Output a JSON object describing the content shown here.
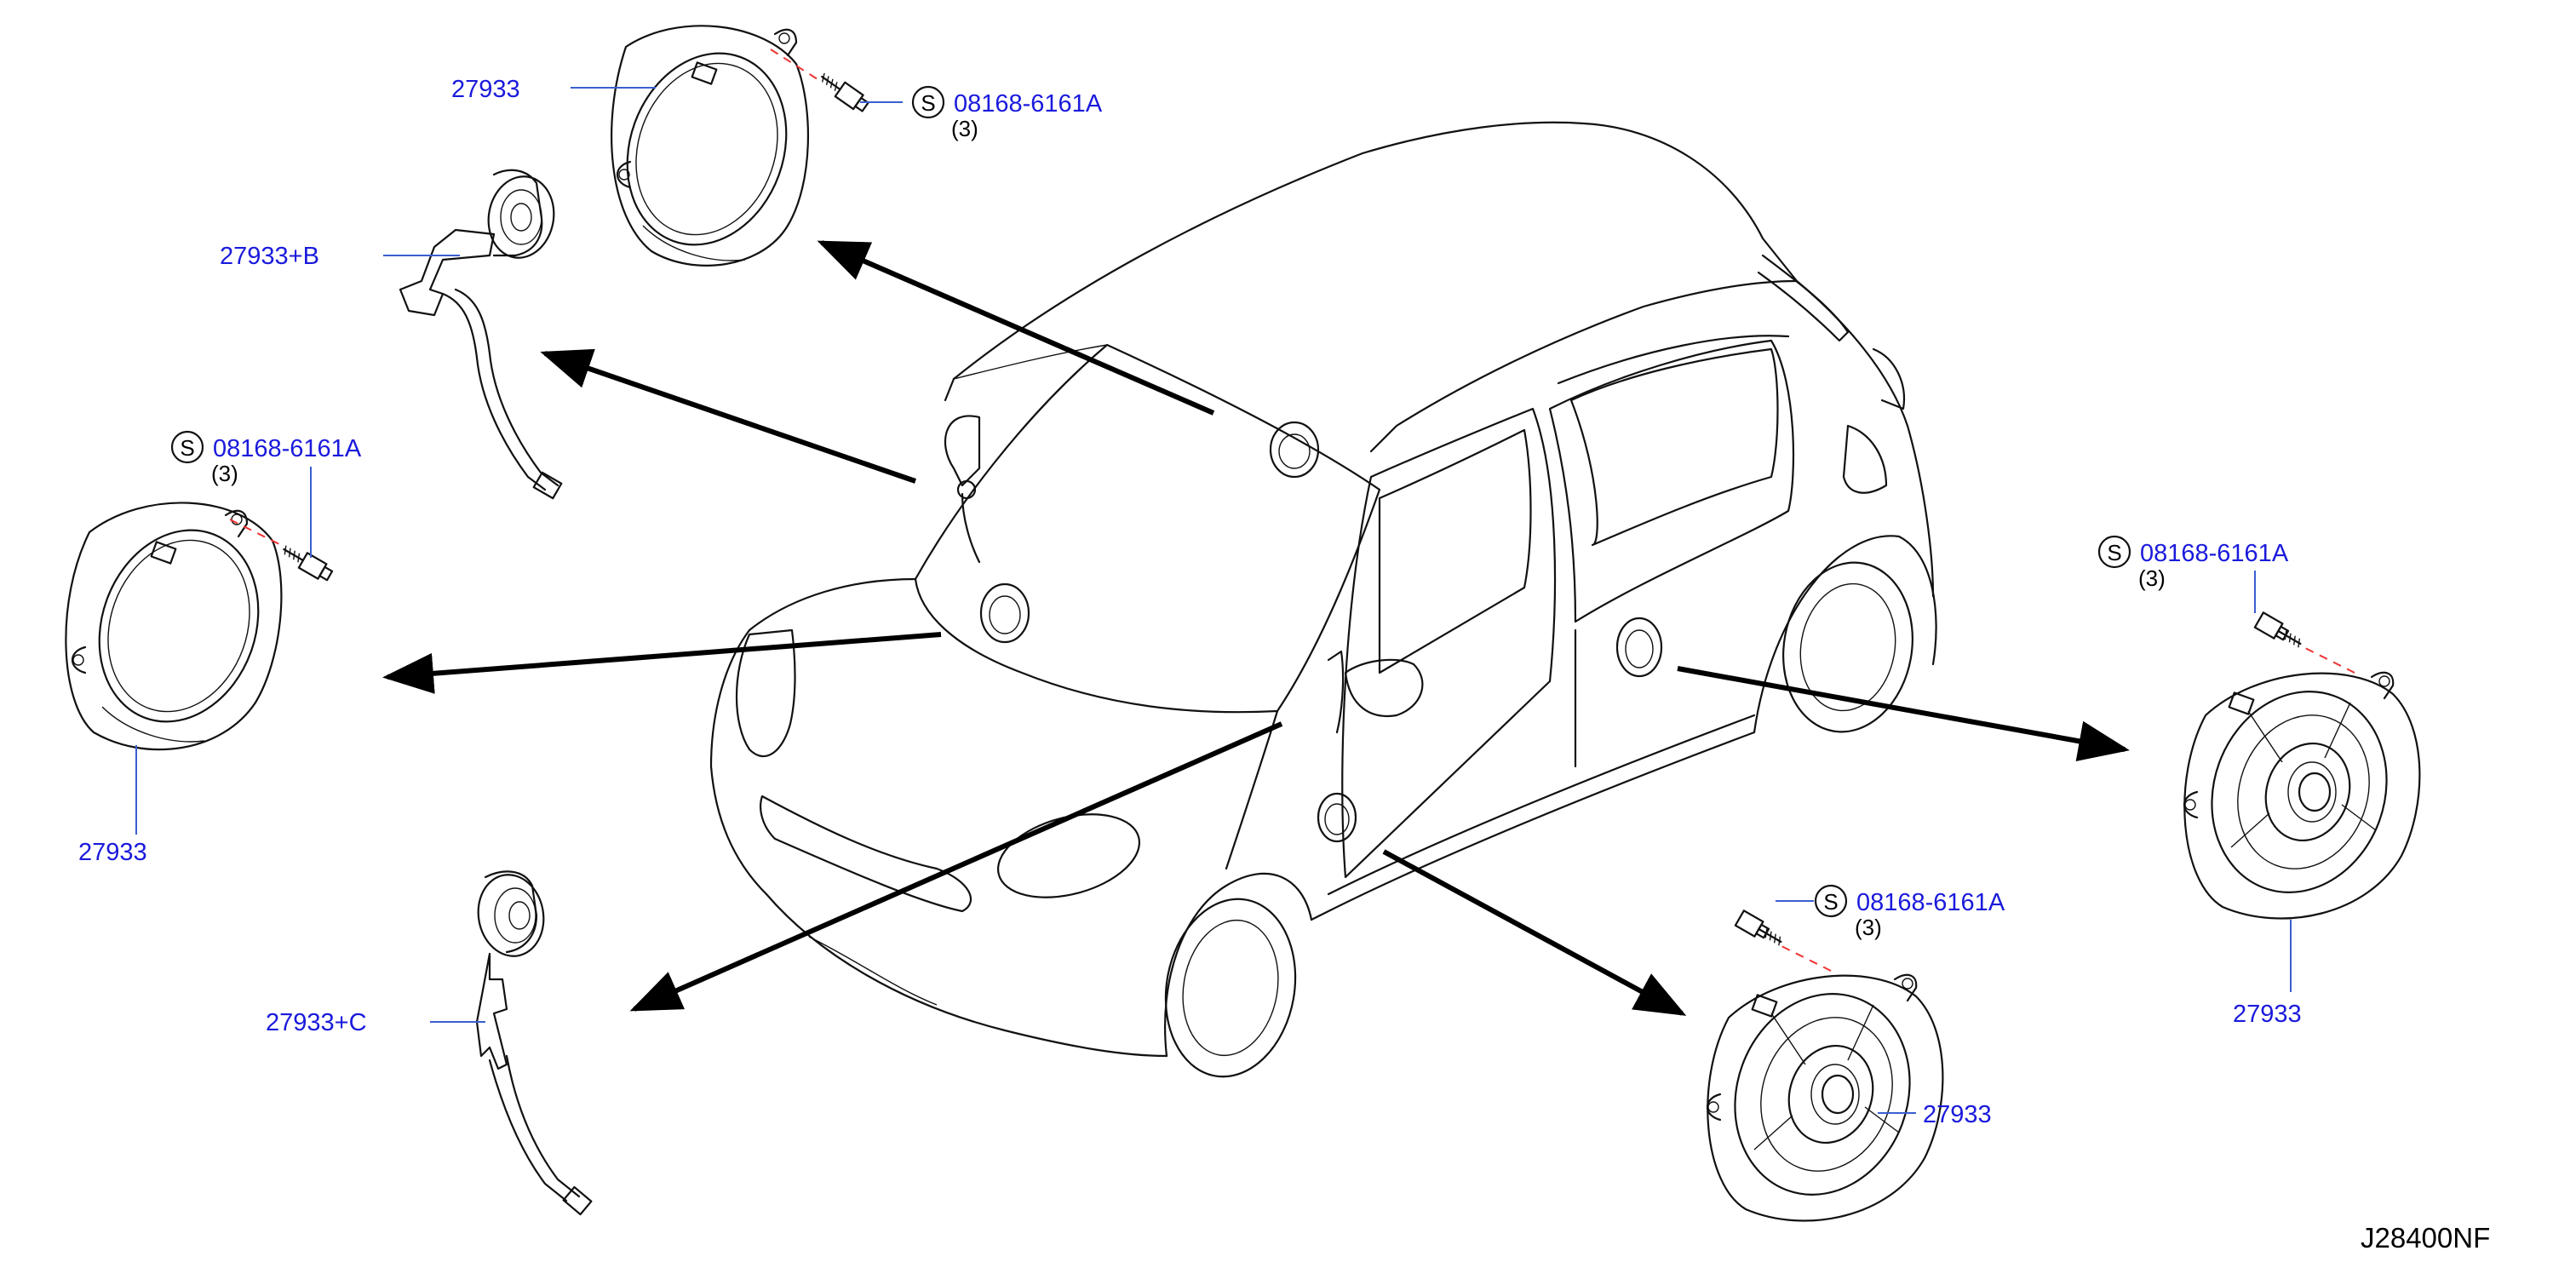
{
  "diagram_code": "J28400NF",
  "colors": {
    "label": "#1a1adc",
    "leader": "#3a5fd0",
    "dash": "#e33333",
    "line": "#111111"
  },
  "labels": {
    "speaker_front_left": "27933",
    "tweeter_b": "27933+B",
    "speaker_left_mid": "27933",
    "tweeter_c": "27933+C",
    "speaker_right_rear": "27933",
    "speaker_bottom_center": "27933"
  },
  "screws": {
    "top": {
      "symbol": "S",
      "part": "08168-6161A",
      "qty": "(3)"
    },
    "left": {
      "symbol": "S",
      "part": "08168-6161A",
      "qty": "(3)"
    },
    "right": {
      "symbol": "S",
      "part": "08168-6161A",
      "qty": "(3)"
    },
    "bottom": {
      "symbol": "S",
      "part": "08168-6161A",
      "qty": "(3)"
    }
  }
}
